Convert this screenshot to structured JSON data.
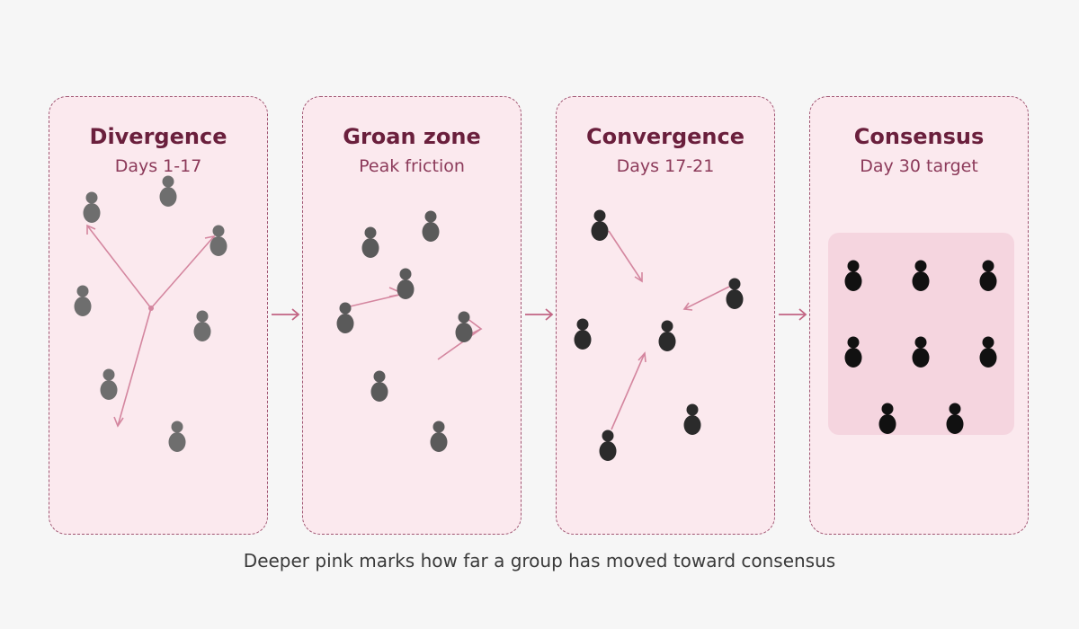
{
  "stages": [
    {
      "title": "Divergence",
      "subtitle": "Days 1-17"
    },
    {
      "title": "Groan zone",
      "subtitle": "Peak friction"
    },
    {
      "title": "Convergence",
      "subtitle": "Days 17-21"
    },
    {
      "title": "Consensus",
      "subtitle": "Day 30 target"
    }
  ],
  "caption": "Deeper pink marks how far a group has moved toward consensus",
  "colors": {
    "panel_fill": "#fbe9ee",
    "panel_border": "#a05572",
    "consensus_box": "#f5d5df",
    "arrow": "#d4869f",
    "flow_arrow": "#c26483",
    "person_grey": "#6e6e6e",
    "person_dark": "#2b2b2b",
    "person_black": "#111111",
    "title": "#6a1f3c"
  },
  "icons": [
    "person-icon",
    "arrow-right-icon"
  ]
}
